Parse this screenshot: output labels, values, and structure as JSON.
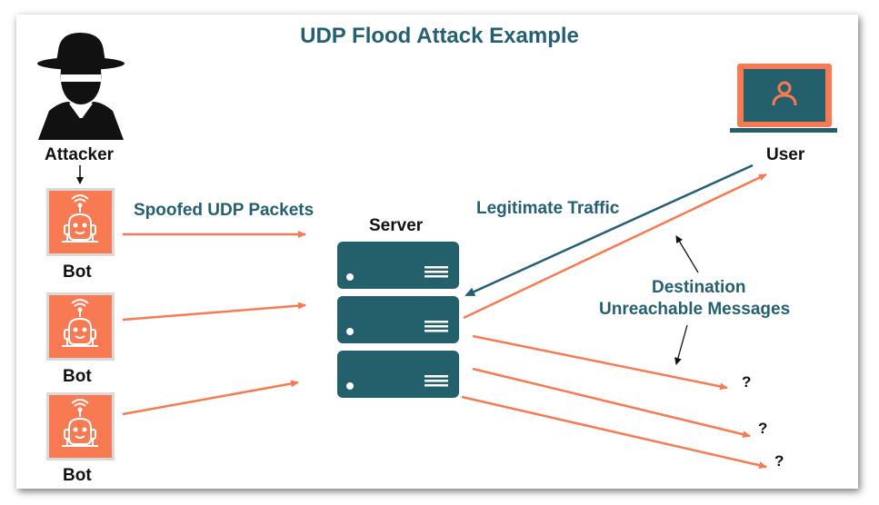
{
  "title": "UDP Flood Attack Example",
  "labels": {
    "attacker": "Attacker",
    "bot": "Bot",
    "server": "Server",
    "user": "User",
    "spoofed": "Spoofed UDP Packets",
    "legit": "Legitimate Traffic",
    "dest_line1": "Destination",
    "dest_line2": "Unreachable Messages",
    "unknown": "?"
  },
  "colors": {
    "orange": "#f77a52",
    "teal": "#245f72",
    "server": "#24606b",
    "black": "#111111"
  },
  "icons": [
    "hacker-icon",
    "robot-icon",
    "server-icon",
    "laptop-user-icon"
  ]
}
